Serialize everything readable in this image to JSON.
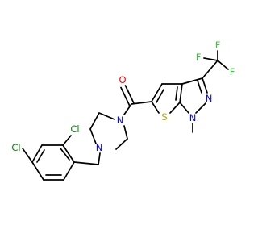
{
  "molecule": {
    "colors": {
      "bond": "#000000",
      "nitrogen": "#0000ff",
      "oxygen": "#ff0000",
      "sulfur": "#b8a800",
      "chlorine": "#008800",
      "fluorine": "#33cc33"
    },
    "atom_labels": {
      "o": "O",
      "n_amide": "N",
      "n_benzyl": "N",
      "s": "S",
      "n1": "N",
      "n2": "N",
      "cl1": "Cl",
      "cl2": "Cl",
      "f1": "F",
      "f2": "F",
      "f3": "F"
    }
  }
}
